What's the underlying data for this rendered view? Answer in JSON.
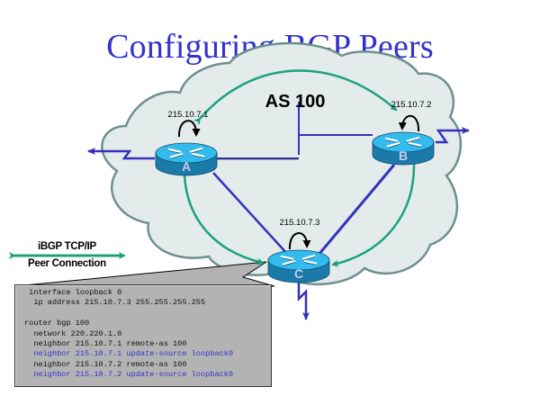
{
  "title": "Configuring BGP Peers",
  "as_label": "AS 100",
  "routers": [
    {
      "id": "A",
      "label": "A",
      "loopback": "215.10.7.1"
    },
    {
      "id": "B",
      "label": "B",
      "loopback": "215.10.7.2"
    },
    {
      "id": "C",
      "label": "C",
      "loopback": "215.10.7.3"
    }
  ],
  "links": [
    {
      "from": "A",
      "to": "B",
      "type": "lan-segment"
    },
    {
      "from": "A",
      "to": "C",
      "type": "serial"
    },
    {
      "from": "B",
      "to": "C",
      "type": "serial"
    }
  ],
  "ibgp_sessions": [
    {
      "from": "A",
      "to": "B"
    },
    {
      "from": "A",
      "to": "C"
    },
    {
      "from": "B",
      "to": "C"
    }
  ],
  "legend": {
    "line1": "iBGP TCP/IP",
    "line2": "Peer Connection"
  },
  "config": {
    "lines": [
      {
        "text": " interface loopback 0",
        "highlight": false
      },
      {
        "text": "  ip address 215.10.7.3 255.255.255.255",
        "highlight": false
      },
      {
        "text": "",
        "highlight": false
      },
      {
        "text": "router bgp 100",
        "highlight": false
      },
      {
        "text": "  network 220.220.1.0",
        "highlight": false
      },
      {
        "text": "  neighbor 215.10.7.1 remote-as 100",
        "highlight": false
      },
      {
        "text": "  neighbor 215.10.7.1 update-source loopback0",
        "highlight": true
      },
      {
        "text": "  neighbor 215.10.7.2 remote-as 100",
        "highlight": false
      },
      {
        "text": "  neighbor 215.10.7.2 update-source loopback0",
        "highlight": true
      }
    ]
  },
  "colors": {
    "title": "#3333cc",
    "cloud_fill": "#e4ebeb",
    "cloud_stroke": "#6e9090",
    "link": "#3333bb",
    "ibgp_arrow": "#1aa37a",
    "router_top": "#33bbee",
    "router_side": "#1a7aa8",
    "router_label": "#c8c8f0",
    "config_bg": "#b3b3b3",
    "config_highlight": "#3333cc"
  }
}
